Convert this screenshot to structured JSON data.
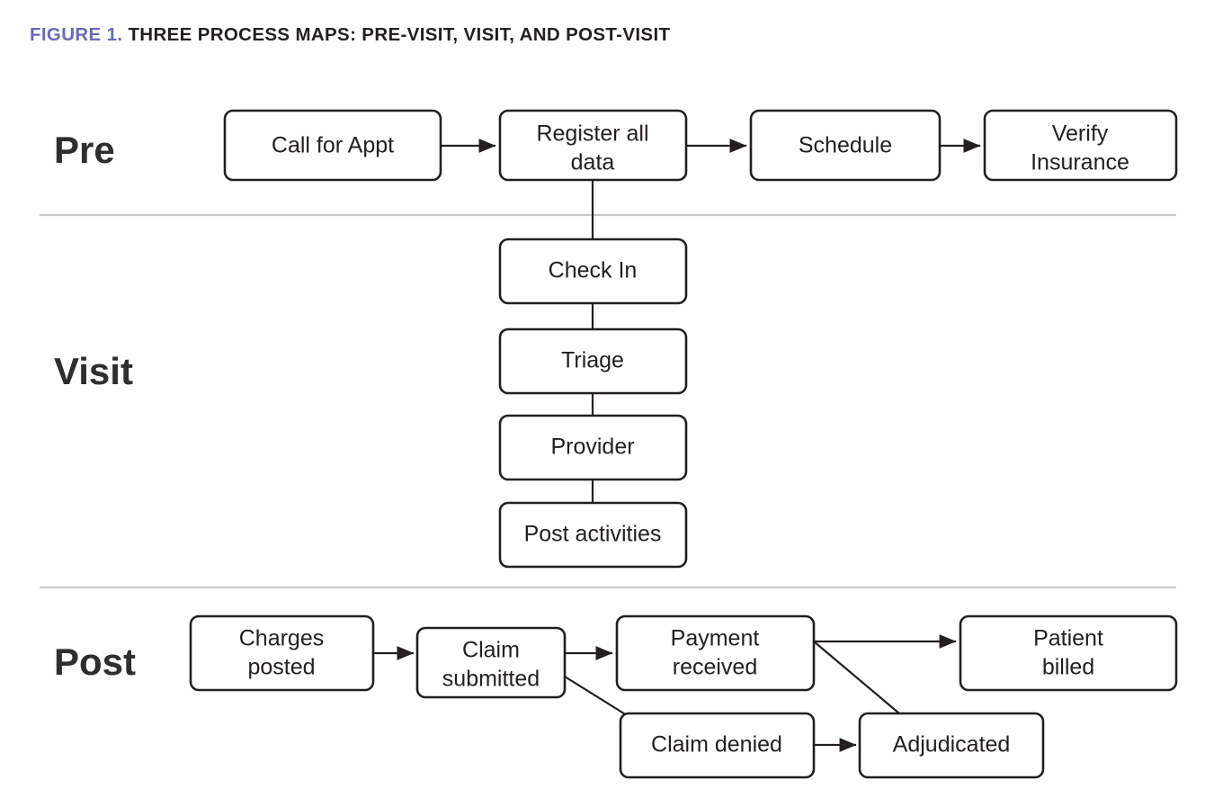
{
  "figure": {
    "number_label": "FIGURE 1.",
    "title_text": "THREE PROCESS MAPS: PRE-VISIT, VISIT, AND POST-VISIT",
    "accent_color": "#6a6ab4",
    "text_color": "#231f20",
    "box_border_color": "#231f20",
    "divider_color": "#c9c9c9",
    "background_color": "#ffffff"
  },
  "bands": [
    {
      "id": "pre",
      "label": "Pre"
    },
    {
      "id": "visit",
      "label": "Visit"
    },
    {
      "id": "post",
      "label": "Post"
    }
  ],
  "nodes": {
    "call_for_appt": {
      "label": "Call for Appt",
      "lines": [
        "Call for Appt"
      ]
    },
    "register_all": {
      "label": "Register all data",
      "lines": [
        "Register all",
        "data"
      ]
    },
    "schedule": {
      "label": "Schedule",
      "lines": [
        "Schedule"
      ]
    },
    "verify_insurance": {
      "label": "Verify Insurance",
      "lines": [
        "Verify",
        "Insurance"
      ]
    },
    "check_in": {
      "label": "Check In",
      "lines": [
        "Check In"
      ]
    },
    "triage": {
      "label": "Triage",
      "lines": [
        "Triage"
      ]
    },
    "provider": {
      "label": "Provider",
      "lines": [
        "Provider"
      ]
    },
    "post_activities": {
      "label": "Post activities",
      "lines": [
        "Post activities"
      ]
    },
    "charges_posted": {
      "label": "Charges posted",
      "lines": [
        "Charges",
        "posted"
      ]
    },
    "claim_submitted": {
      "label": "Claim submitted",
      "lines": [
        "Claim",
        "submitted"
      ]
    },
    "payment_received": {
      "label": "Payment received",
      "lines": [
        "Payment",
        "received"
      ]
    },
    "patient_billed": {
      "label": "Patient billed",
      "lines": [
        "Patient",
        "billed"
      ]
    },
    "claim_denied": {
      "label": "Claim denied",
      "lines": [
        "Claim denied"
      ]
    },
    "adjudicated": {
      "label": "Adjudicated",
      "lines": [
        "Adjudicated"
      ]
    }
  },
  "edges": [
    {
      "from": "call_for_appt",
      "to": "register_all",
      "arrow": true
    },
    {
      "from": "register_all",
      "to": "schedule",
      "arrow": true
    },
    {
      "from": "schedule",
      "to": "verify_insurance",
      "arrow": true
    },
    {
      "from": "register_all",
      "to": "check_in",
      "arrow": false
    },
    {
      "from": "check_in",
      "to": "triage",
      "arrow": false
    },
    {
      "from": "triage",
      "to": "provider",
      "arrow": false
    },
    {
      "from": "provider",
      "to": "post_activities",
      "arrow": false
    },
    {
      "from": "charges_posted",
      "to": "claim_submitted",
      "arrow": true
    },
    {
      "from": "claim_submitted",
      "to": "payment_received",
      "arrow": true
    },
    {
      "from": "claim_submitted",
      "to": "claim_denied",
      "arrow": false
    },
    {
      "from": "payment_received",
      "to": "patient_billed",
      "arrow": true
    },
    {
      "from": "payment_received",
      "to": "adjudicated",
      "arrow": false
    },
    {
      "from": "claim_denied",
      "to": "adjudicated",
      "arrow": true
    }
  ]
}
